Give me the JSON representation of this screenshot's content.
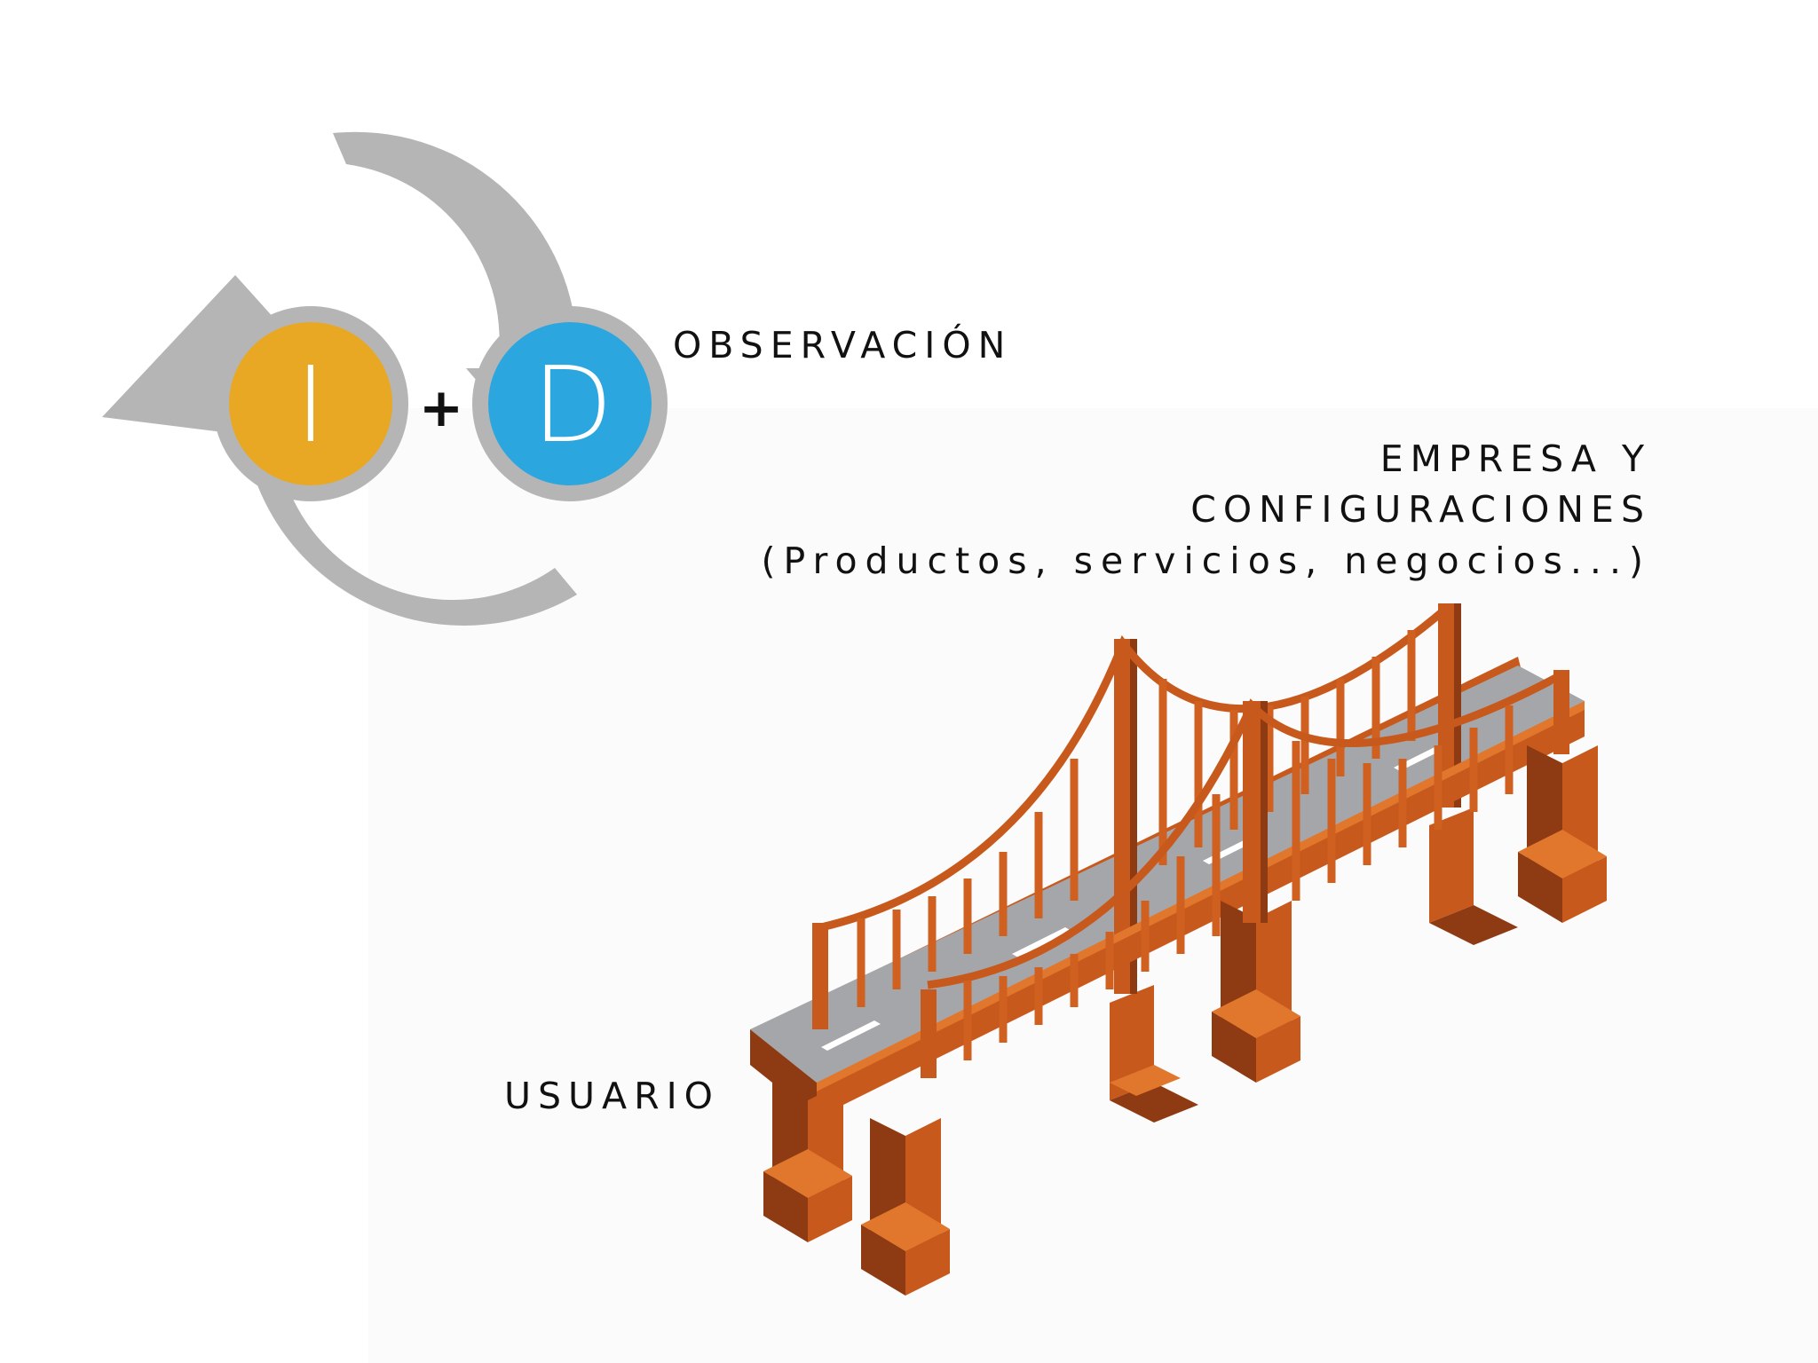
{
  "logo": {
    "letter_left": "I",
    "plus": "+",
    "letter_right": "D",
    "colors": {
      "arrows": "#b5b5b5",
      "circle_left": "#e9a823",
      "circle_right": "#2ca6df",
      "circle_ring": "#b5b5b5",
      "letters": "#ffffff",
      "plus": "#111111"
    }
  },
  "labels": {
    "observacion": "OBSERVACIÓN",
    "empresa_line1": "EMPRESA Y",
    "empresa_line2": "CONFIGURACIONES",
    "empresa_line3": "(Productos, servicios, negocios...)",
    "usuario": "USUARIO"
  },
  "bridge": {
    "icon": "suspension-bridge-illustration",
    "colors": {
      "steel": "#c8591c",
      "steel_light": "#e0772d",
      "steel_dark": "#8e3a12",
      "road": "#a4a6aa",
      "road_marking": "#ffffff"
    }
  }
}
